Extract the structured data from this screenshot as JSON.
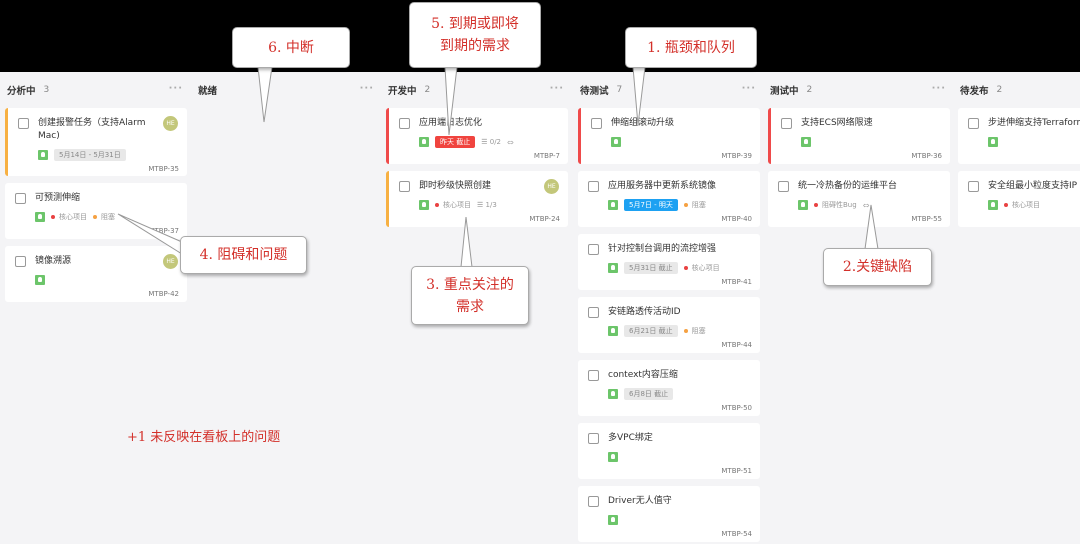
{
  "columns": [
    {
      "name": "分析中",
      "count": "3",
      "cards": [
        {
          "title": "创建报警任务（支持Alarm Mac)",
          "border": "orange",
          "avatar": "HE",
          "date": {
            "text": "5月14日 - 5月31日",
            "style": "gray"
          },
          "id": "MTBP-35"
        },
        {
          "title": "可预测伸缩",
          "labels": [
            {
              "text": "核心项目",
              "color": "#e94141"
            },
            {
              "text": "阻塞",
              "color": "#f5a142"
            }
          ],
          "id": "MTBP-37"
        },
        {
          "title": "镜像溯源",
          "avatar": "HE",
          "id": "MTBP-42"
        }
      ]
    },
    {
      "name": "就绪",
      "count": "",
      "cards": []
    },
    {
      "name": "开发中",
      "count": "2",
      "cards": [
        {
          "title": "应用端日志优化",
          "border": "red",
          "date": {
            "text": "昨天 截止",
            "style": "red"
          },
          "checklist": "0/2",
          "link": true,
          "id": "MTBP-7"
        },
        {
          "title": "即时秒级快照创建",
          "border": "orange",
          "avatar": "HE",
          "labels": [
            {
              "text": "核心项目",
              "color": "#e94141"
            }
          ],
          "checklist": "1/3",
          "id": "MTBP-24"
        }
      ]
    },
    {
      "name": "待测试",
      "count": "7",
      "cards": [
        {
          "title": "伸缩组滚动升级",
          "border": "red",
          "id": "MTBP-39"
        },
        {
          "title": "应用服务器中更新系统镜像",
          "date": {
            "text": "5月7日 - 明天",
            "style": "blue"
          },
          "labels": [
            {
              "text": "阻塞",
              "color": "#f5a142"
            }
          ],
          "id": "MTBP-40"
        },
        {
          "title": "针对控制台调用的流控增强",
          "date": {
            "text": "5月31日 截止",
            "style": "gray"
          },
          "labels": [
            {
              "text": "核心项目",
              "color": "#e94141"
            }
          ],
          "id": "MTBP-41"
        },
        {
          "title": "安链路透传活动ID",
          "date": {
            "text": "6月21日 截止",
            "style": "gray"
          },
          "labels": [
            {
              "text": "阻塞",
              "color": "#f5a142"
            }
          ],
          "id": "MTBP-44"
        },
        {
          "title": "context内容压缩",
          "date": {
            "text": "6月8日 截止",
            "style": "gray"
          },
          "id": "MTBP-50"
        },
        {
          "title": "多VPC绑定",
          "id": "MTBP-51"
        },
        {
          "title": "Driver无人值守",
          "id": "MTBP-54"
        }
      ]
    },
    {
      "name": "测试中",
      "count": "2",
      "cards": [
        {
          "title": "支持ECS网络限速",
          "border": "red",
          "id": "MTBP-36"
        },
        {
          "title": "统一冷热备份的运维平台",
          "labels": [
            {
              "text": "阻碍性Bug",
              "color": "#e94141"
            }
          ],
          "link": true,
          "id": "MTBP-55"
        }
      ]
    },
    {
      "name": "待发布",
      "count": "2",
      "cards": [
        {
          "title": "步进伸缩支持Terraform",
          "id": ""
        },
        {
          "title": "安全组最小粒度支持IP",
          "labels": [
            {
              "text": "核心项目",
              "color": "#e94141"
            }
          ],
          "id": ""
        }
      ]
    }
  ],
  "annotations": {
    "c1": "1. 瓶颈和队列",
    "c2": "2.关键缺陷",
    "c3": "3. 重点关注的 需求",
    "c4": "4. 阻碍和问题",
    "c5": "5. 到期或即将 到期的需求",
    "c6": "6. 中断",
    "note": "+1 未反映在看板上的问题"
  },
  "icons": {
    "type": "lightbulb-icon",
    "more": "ellipsis-icon",
    "checklist": "checklist-icon",
    "link": "link-icon"
  }
}
